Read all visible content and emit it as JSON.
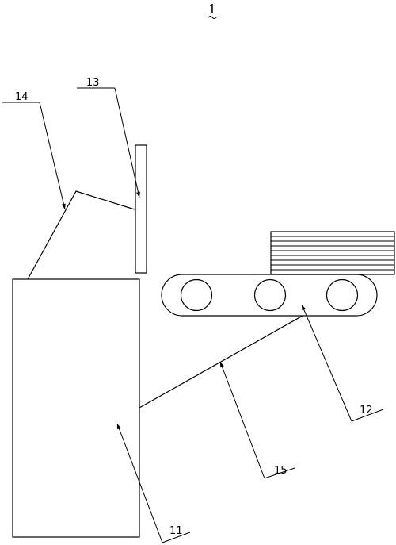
{
  "figure": {
    "number": "1",
    "labels": {
      "l11": "11",
      "l12": "12",
      "l13": "13",
      "l14": "14",
      "l15": "15"
    }
  }
}
